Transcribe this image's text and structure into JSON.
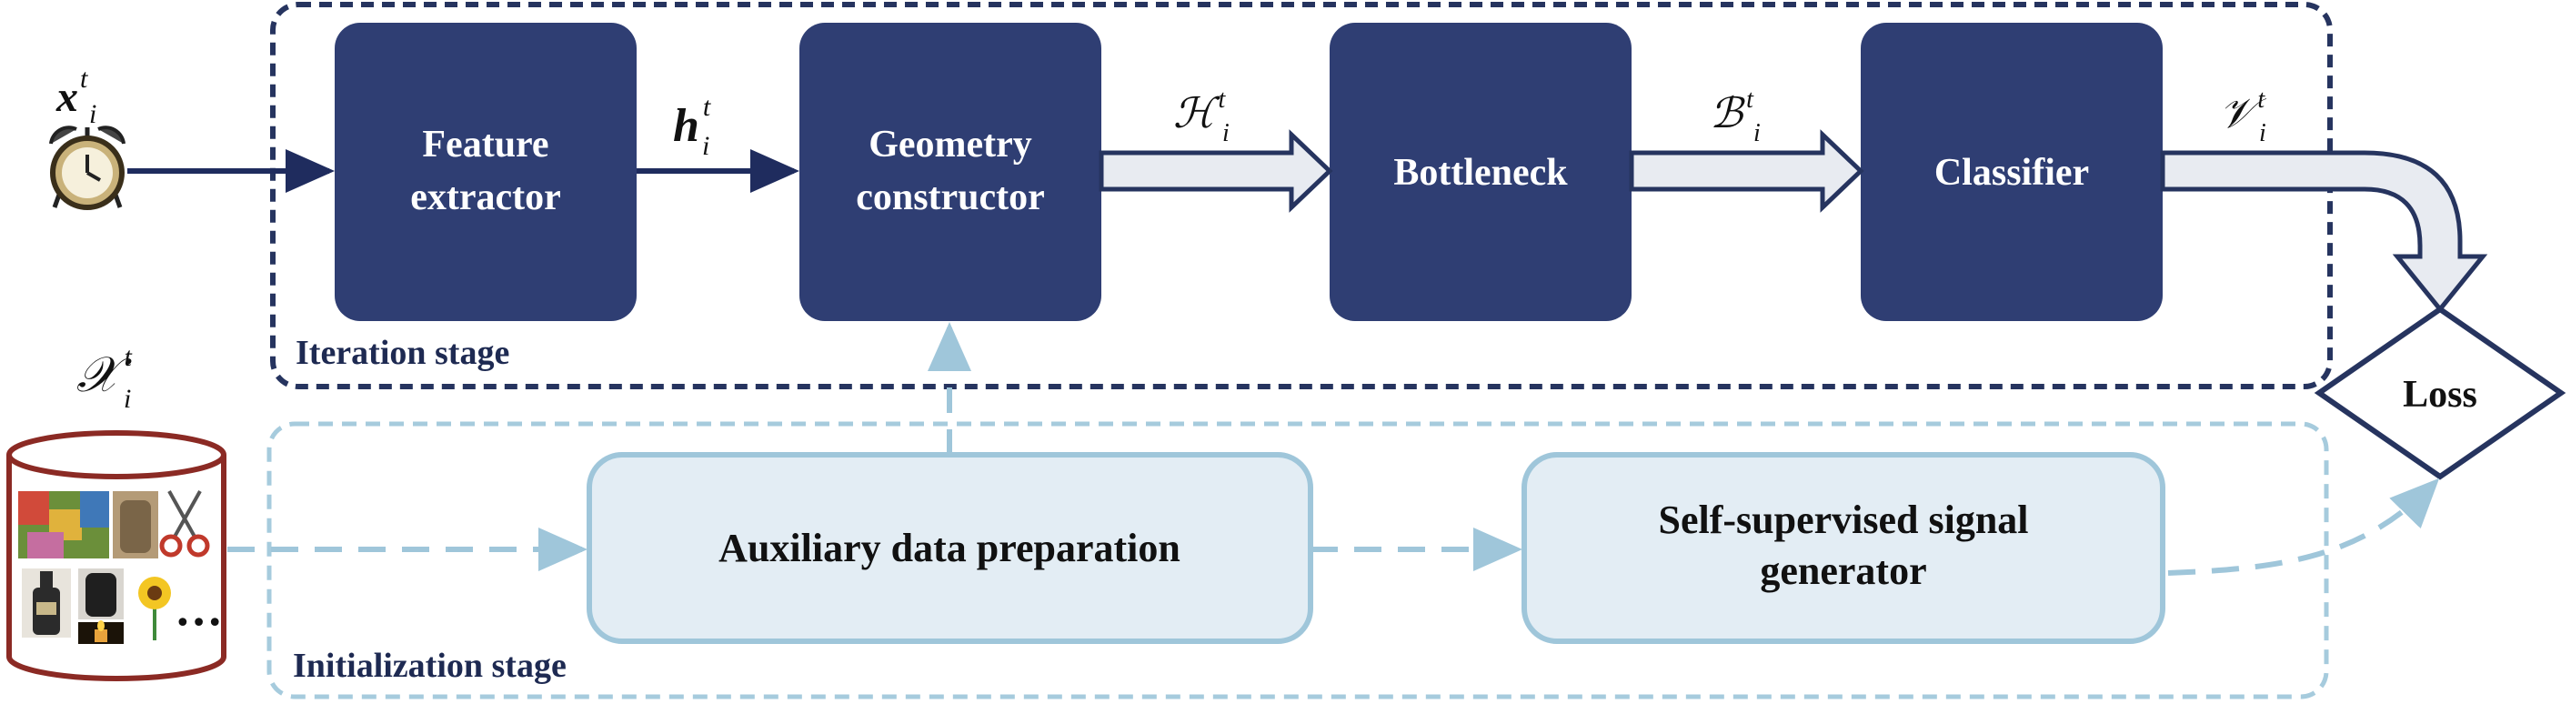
{
  "input": {
    "x_symbol": "x",
    "x_sub": "i",
    "x_sup": "t",
    "clock_icon": "alarm-clock-icon"
  },
  "dataset": {
    "symbol": "𝒳",
    "sub": "i",
    "sup": "t",
    "cylinder_icon": "database-cylinder-icon",
    "more": "•••"
  },
  "blocks": {
    "feature_extractor": [
      "Feature",
      "extractor"
    ],
    "geometry_constructor": [
      "Geometry",
      "constructor"
    ],
    "bottleneck": "Bottleneck",
    "classifier": "Classifier",
    "aux_prep": "Auxiliary data preparation",
    "ssl_gen": [
      "Self-supervised signal",
      "generator"
    ],
    "loss": "Loss"
  },
  "signals": {
    "h": {
      "symbol": "h",
      "sub": "i",
      "sup": "t"
    },
    "H": {
      "symbol": "ℋ",
      "sub": "i",
      "sup": "t"
    },
    "B": {
      "symbol": "ℬ",
      "sub": "i",
      "sup": "t"
    },
    "V": {
      "symbol": "𝒱",
      "sub": "i",
      "sup": "t"
    }
  },
  "stages": {
    "iteration": "Iteration stage",
    "initialization": "Initialization stage"
  },
  "colors": {
    "dark_block": "#2f3e73",
    "light_block": "#e3edf4",
    "light_border": "#9fc6da",
    "fat_arrow_fill": "#e8ebf1",
    "cylinder": "#8b2a24"
  }
}
